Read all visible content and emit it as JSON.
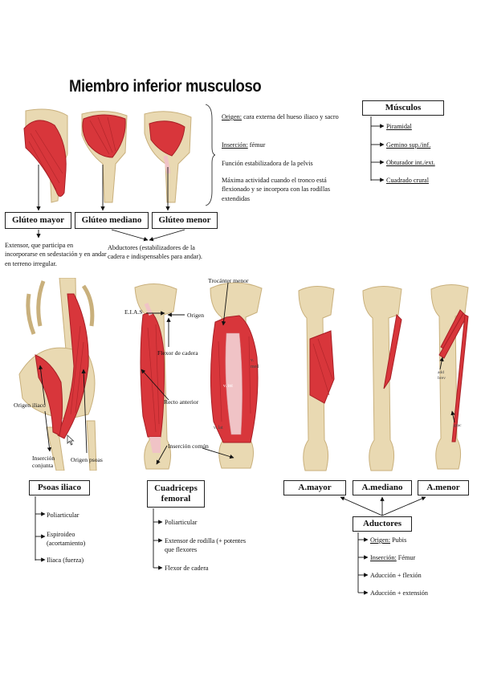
{
  "title": "Miembro inferior musculoso",
  "gluteal": {
    "notes": {
      "origin_label": "Origen:",
      "origin_text": " cara externa del hueso iliaco y sacro",
      "insertion_label": "Inserción:",
      "insertion_text": " fémur",
      "function": "Función estabilizadora de la pelvis",
      "activity": "Máxima actividad cuando el tronco está flexionado y se incorpora con las rodillas extendidas"
    },
    "boxes": {
      "mayor": "Glúteo mayor",
      "mediano": "Glúteo mediano",
      "menor": "Glúteo menor"
    },
    "mayor_desc": "Extensor, que participa en incorporarse en sedestación y en andar en terreno irregular.",
    "abductors_desc": "Abductores (estabilizadores de la cadera e indispensables para andar)."
  },
  "musculos": {
    "title": "Músculos",
    "items": [
      "Piramidal",
      "Gemino sup./inf.",
      "Obturador int./ext.",
      "Cuadrado crural"
    ]
  },
  "psoas": {
    "labels": {
      "origin_iliac": "Origen iliaco",
      "insertion": "Inserción conjunta",
      "origin_psoas": "Origen psoas"
    },
    "box": "Psoas iliaco",
    "items": [
      "Poliarticular",
      "Espiroideo (acortamiento)",
      "Iliaca (fuerza)"
    ]
  },
  "quadriceps": {
    "labels": {
      "trocanter": "Trocánter menor",
      "eias": "E.I.A.S",
      "origin": "Origen",
      "flexor": "Flexor de cadera",
      "recto": "Recto anterior",
      "insertion": "Inserción común",
      "v_med": "v. med",
      "v_int": "v. int",
      "v_lat": "v. lat"
    },
    "box": "Cuadriceps femoral",
    "items": [
      "Poliarticular",
      "Extensor de rodilla (+ potentes que flexores",
      "Flexor de cadera"
    ]
  },
  "adductors": {
    "labels": {
      "add_brev": "add brev",
      "grac": "grac"
    },
    "boxes": {
      "mayor": "A.mayor",
      "mediano": "A.mediano",
      "menor": "A.menor"
    },
    "box": "Aductores",
    "origin_label": "Origen:",
    "origin_text": " Pubis",
    "insertion_label": "Inserción:",
    "insertion_text": " Fémur",
    "items": [
      "Aducción + flexión",
      "Aducción + extensión"
    ]
  },
  "colors": {
    "muscle": "#d8363b",
    "bone": "#e9d9b2",
    "bone_dark": "#c9b07c",
    "tendon": "#f0c3c6"
  }
}
